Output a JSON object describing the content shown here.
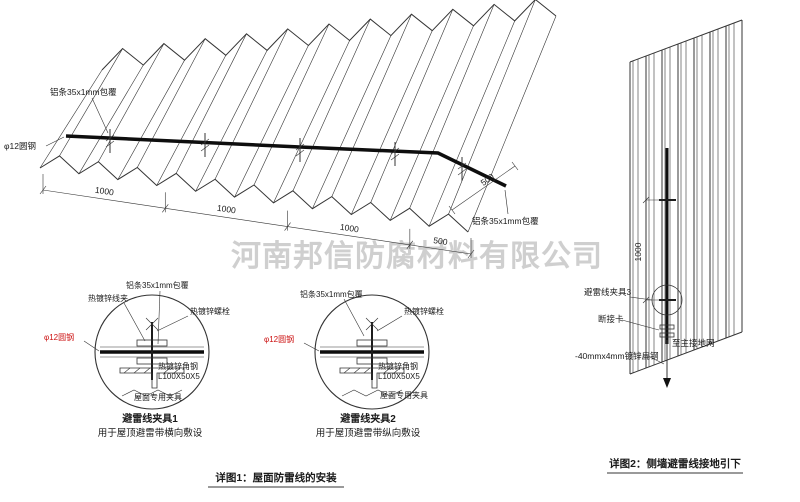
{
  "watermark": "河南邦信防腐材料有限公司",
  "colors": {
    "ink": "#343434",
    "red": "#cc1111",
    "watermark": "#a8a8a8"
  },
  "roof": {
    "labels": {
      "alu_top": "铝条35x1mm包覆",
      "round_steel": "φ12圆钢",
      "alu_right": "铝条35x1mm包覆"
    },
    "dims": [
      "1000",
      "1000",
      "1000",
      "500"
    ],
    "dim_right": "500"
  },
  "detail1": {
    "labels": {
      "wire_clip": "热镀锌线夹",
      "alu": "铝条35x1mm包覆",
      "bolt": "热镀锌螺栓",
      "round_steel": "φ12圆钢",
      "angle1": "热镀锌角钢",
      "angle2": "L100X50X5",
      "roof_clamp": "屋面专用夹具"
    },
    "title": "避雷线夹具1",
    "subtitle": "用于屋顶避雷带横向敷设"
  },
  "detail2": {
    "labels": {
      "alu": "铝条35x1mm包覆",
      "bolt": "热镀锌螺栓",
      "round_steel": "φ12圆钢",
      "angle1": "热镀锌角钢",
      "angle2": "L100X50X5",
      "roof_clamp": "屋面专用夹具"
    },
    "title": "避雷线夹具2",
    "subtitle": "用于屋顶避雷带纵向敷设"
  },
  "wall": {
    "dim": "1000",
    "labels": {
      "clamp3": "避雷线夹具3",
      "disconnect": "断接卡",
      "to_ground": "至主接地网",
      "flat_steel": "-40mmx4mm镀锌扁钢"
    }
  },
  "captions": {
    "c1": "详图1：屋面防雷线的安装",
    "c2": "详图2：侧墙避雷线接地引下"
  }
}
